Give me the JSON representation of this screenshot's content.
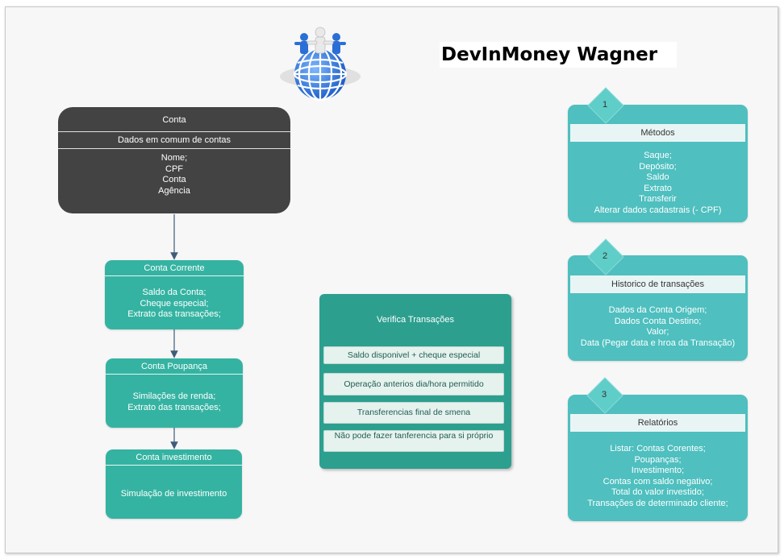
{
  "title": "DevInMoney Wagner",
  "conta": {
    "header": "Conta",
    "subheader": "Dados em comum de contas",
    "fields": [
      "Nome;",
      "CPF",
      "Conta",
      "Agência"
    ]
  },
  "conta_corrente": {
    "header": "Conta Corrente",
    "lines": [
      "Saldo da Conta;",
      "Cheque especial;",
      "Extrato das transações;"
    ]
  },
  "conta_poupanca": {
    "header": "Conta Poupança",
    "lines": [
      "Similações de renda;",
      "Extrato das transações;"
    ]
  },
  "conta_investimento": {
    "header": "Conta investimento",
    "lines": [
      "Simulação de investimento"
    ]
  },
  "verifica": {
    "title": "Verifica Transações",
    "items": [
      "Saldo disponivel + cheque especial",
      "Operação anterios dia/hora permitido",
      "Transferencias final de smena",
      "Não pode fazer tanferencia para si próprio"
    ]
  },
  "metodos": {
    "number": "1",
    "header": "Métodos",
    "lines": [
      "Saque;",
      "Depósito;",
      "Saldo",
      "Extrato",
      "Transferir",
      "Alterar dados cadastrais (- CPF)"
    ]
  },
  "historico": {
    "number": "2",
    "header": "Historico de transações",
    "lines": [
      "Dados da Conta Origem;",
      "Dados Conta Destino;",
      "Valor;",
      "Data (Pegar data e hroa da Transação)"
    ]
  },
  "relatorios": {
    "number": "3",
    "header": "Relatórios",
    "lines": [
      "Listar: Contas Corentes;",
      "Poupanças;",
      "Investimento;",
      "Contas com saldo negativo;",
      "Total do valor investido;",
      "Transações de determinado cliente;"
    ]
  },
  "colors": {
    "dark_box": "#434343",
    "teal_box": "#35b3a2",
    "verifica_box": "#2d9f8f",
    "right_box": "#4fbfbf"
  },
  "icons": {
    "logo": "people-on-globe-icon"
  }
}
